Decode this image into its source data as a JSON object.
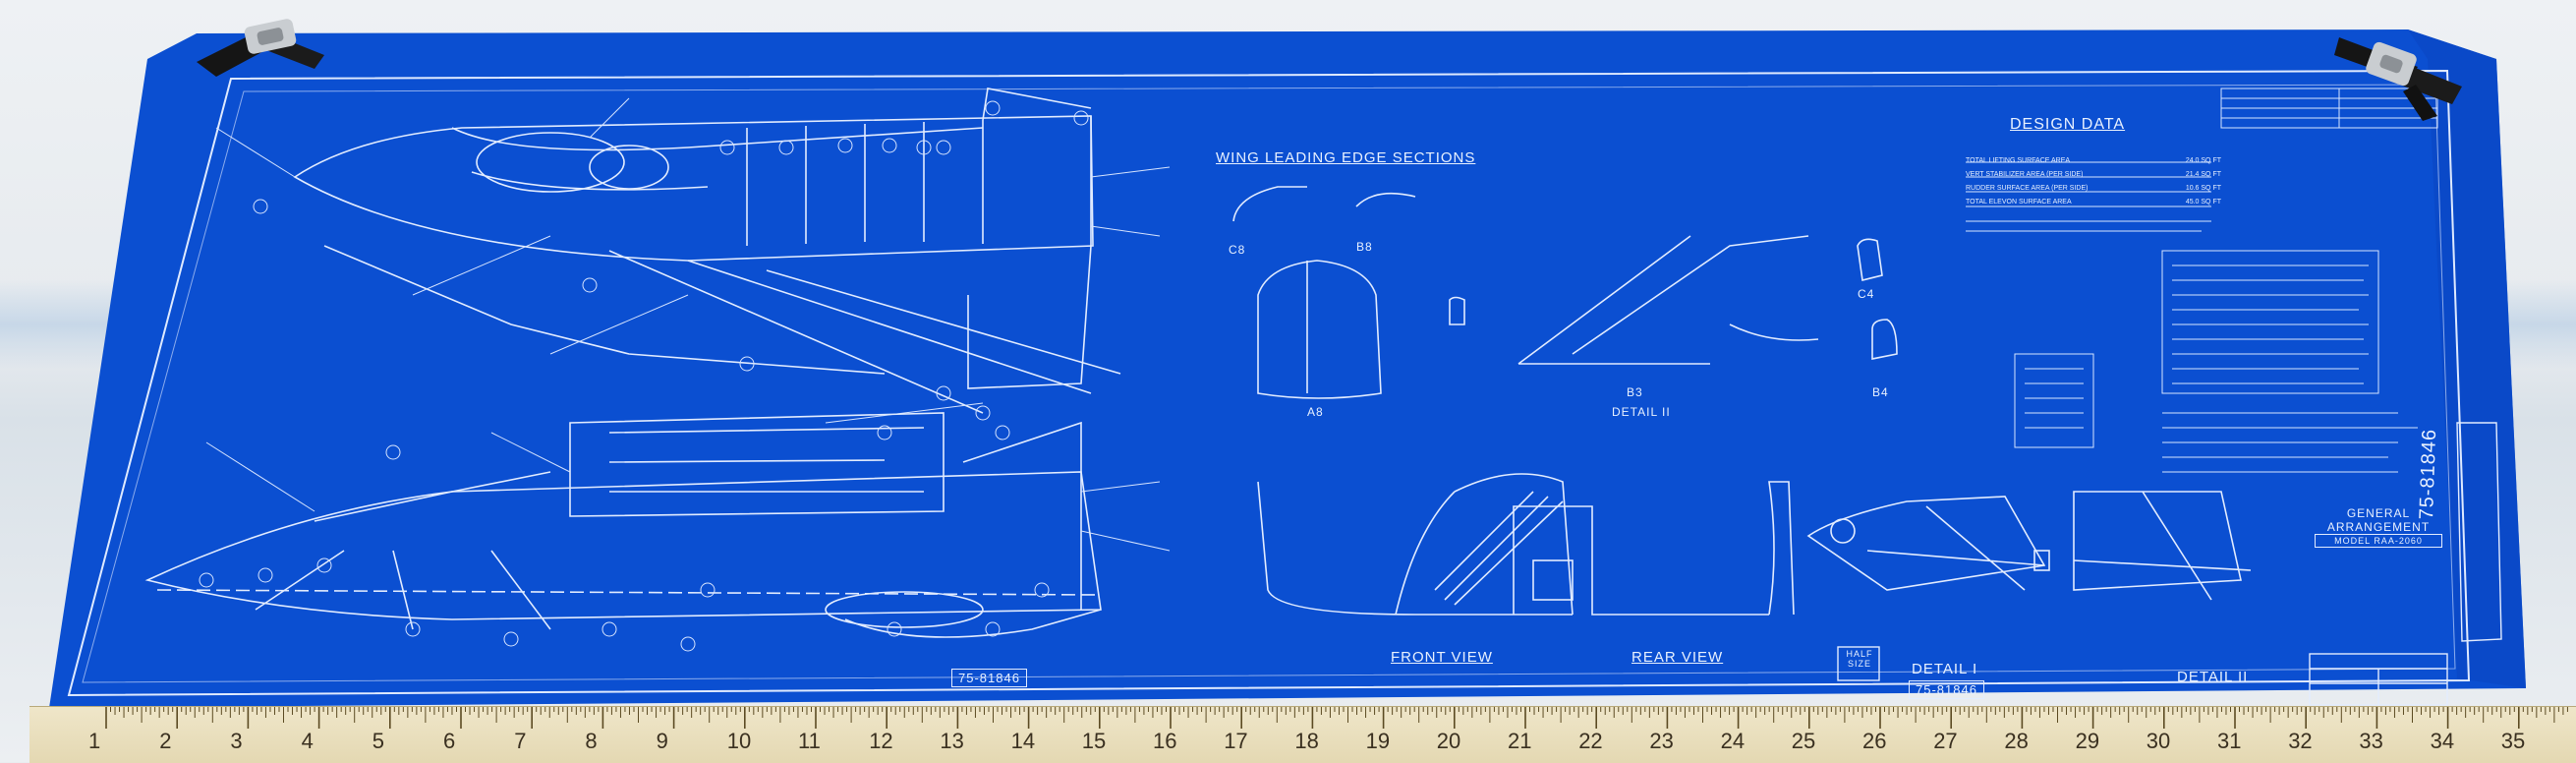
{
  "sheet": {
    "paper_color": "#0a4fd0",
    "line_color": "#dfeaff",
    "wing_leading_edge_title": "WING LEADING EDGE SECTIONS",
    "design_data_title": "DESIGN DATA",
    "design_data_rows": [
      {
        "label": "TOTAL LIFTING SURFACE AREA",
        "value": "24.0 SQ FT"
      },
      {
        "label": "VERT STABILIZER AREA (PER SIDE)",
        "value": "21.4 SQ FT"
      },
      {
        "label": "RUDDER SURFACE AREA (PER SIDE)",
        "value": "10.6 SQ FT"
      },
      {
        "label": "TOTAL ELEVON SURFACE AREA",
        "value": "45.0 SQ FT"
      }
    ],
    "section_labels": {
      "c8": "C8",
      "b8": "B8",
      "a8": "A8",
      "c4": "C4",
      "b4": "B4",
      "b3": "B3"
    },
    "view_labels": {
      "front": "FRONT VIEW",
      "rear": "REAR VIEW",
      "detail_1": "DETAIL I",
      "detail_2": "DETAIL II",
      "detail_2_upper": "DETAIL II"
    },
    "half_size": [
      "HALF",
      "SIZE"
    ],
    "drawing_number": "75-81846",
    "drawing_number_alt": "75-81846",
    "side_number": "75-81846",
    "title_block": {
      "line1": "GENERAL",
      "line2": "ARRANGEMENT",
      "line3": "MODEL RAA-2060"
    }
  },
  "ruler": {
    "numbers": [
      "1",
      "2",
      "3",
      "4",
      "5",
      "6",
      "7",
      "8",
      "9",
      "10",
      "11",
      "12",
      "13",
      "14",
      "15",
      "16",
      "17",
      "18",
      "19",
      "20",
      "21",
      "22",
      "23",
      "24",
      "25",
      "26",
      "27",
      "28",
      "29",
      "30",
      "31",
      "32",
      "33",
      "34",
      "35"
    ]
  }
}
